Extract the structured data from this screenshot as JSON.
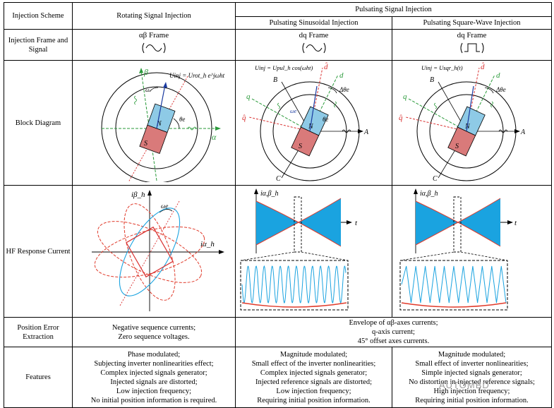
{
  "header": {
    "scheme_label": "Injection Scheme",
    "rotating_label": "Rotating Signal Injection",
    "pulsating_label": "Pulsating Signal Injection",
    "pulsating_sin_label": "Pulsating Sinusoidal Injection",
    "pulsating_sq_label": "Pulsating Square-Wave Injection"
  },
  "rows": {
    "frame_signal": "Injection Frame and Signal",
    "block_diagram": "Block Diagram",
    "hf_response": "HF Response Current",
    "position_error": "Position Error Extraction",
    "features": "Features"
  },
  "frames": {
    "rotating": "αβ Frame",
    "sinusoidal": "dq Frame",
    "square": "dq Frame"
  },
  "diagram_labels": {
    "rot_beta": "β",
    "rot_alpha": "α",
    "rot_omega": "ω",
    "rot_theta": "θe",
    "rot_uinj": "Uinj = Urot_h e^jωht",
    "n": "N",
    "s": "S",
    "A": "A",
    "B": "B",
    "C": "C",
    "d": "d",
    "q": "q",
    "d_hat": "d̂",
    "q_hat": "q̂",
    "delta_theta": "Δθe",
    "sin_uinj": "Uinj = Upul_h cos(ωht)",
    "sq_uinj": "Uinj = Usqr_h(t)",
    "theta_e": "θe",
    "omega_e": "ωe"
  },
  "hf_labels": {
    "i_beta": "iβ_h",
    "i_alpha": "iα_h",
    "omega_e": "ωe",
    "i_ab": "iα,β_h",
    "t": "t"
  },
  "position_error": {
    "rotating": [
      "Negative sequence currents;",
      "Zero sequence voltages."
    ],
    "pulsating": [
      "Envelope of αβ-axes currents;",
      "q-axis current;",
      "45° offset axes currents."
    ]
  },
  "features": {
    "rotating": [
      "Phase modulated;",
      "Subjecting inverter nonlinearities effect;",
      "Complex injected signals generator;",
      "Injected signals are distorted;",
      "Low injection frequency;",
      "No initial position information is required."
    ],
    "sinusoidal": [
      "Magnitude modulated;",
      "Small effect of the inverter nonlinearities;",
      "Complex injected signals generator;",
      "Injected reference signals are distorted;",
      "Low injection frequency;",
      "Requiring initial position information."
    ],
    "square": [
      "Magnitude modulated;",
      "Small effect of inverter nonlinearities;",
      "Simple injected signals generator;",
      "No distortion in injected reference signals;",
      "High injection frequency;",
      "Requiring initial position information."
    ]
  },
  "watermark": "AUTOMBD",
  "colors": {
    "blue_fill": "#1aa3e0",
    "red_env": "#e03a2a",
    "north_pole": "#8ecae6",
    "south_pole": "#d97a7a",
    "green_axis": "#2a9a3a",
    "red_axis": "#d93030"
  }
}
